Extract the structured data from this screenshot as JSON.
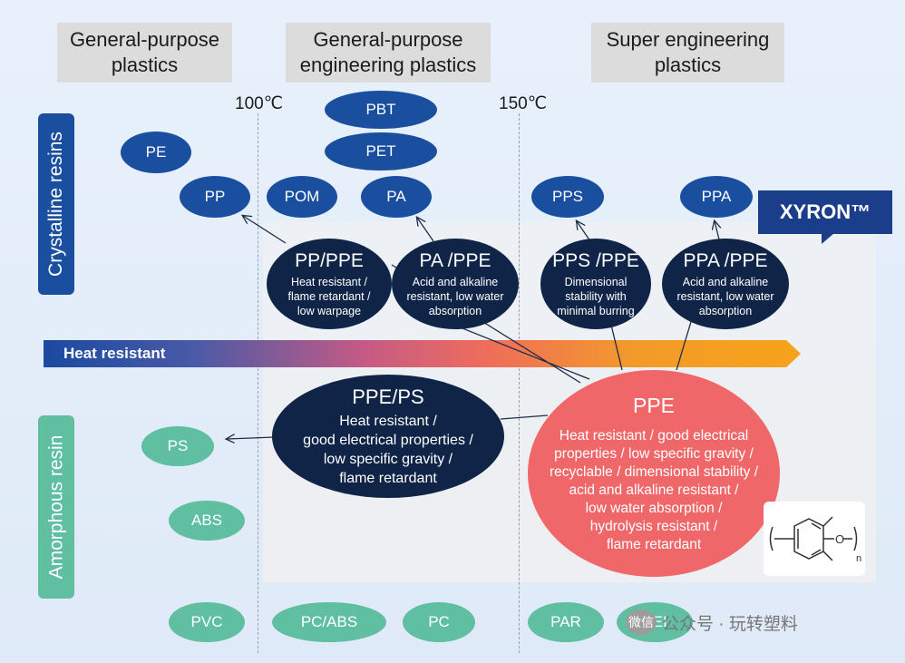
{
  "categories": {
    "general": "General-purpose plastics",
    "engineering": "General-purpose engineering plastics",
    "super": "Super engineering plastics"
  },
  "temps": {
    "t100": "100℃",
    "t150": "150℃"
  },
  "side_labels": {
    "crystalline": "Crystalline resins",
    "amorphous": "Amorphous resin"
  },
  "arrow_label": "Heat resistant",
  "brand": "XYRON™",
  "crystalline": {
    "pbt": "PBT",
    "pet": "PET",
    "pe": "PE",
    "pp": "PP",
    "pom": "POM",
    "pa": "PA",
    "pps": "PPS",
    "ppa": "PPA"
  },
  "amorphous": {
    "ps": "PS",
    "abs": "ABS",
    "pvc": "PVC",
    "pcabs": "PC/ABS",
    "pc": "PC",
    "par": "PAR",
    "pei": "PEI"
  },
  "alloys": {
    "pp_ppe": {
      "title": "PP/PPE",
      "lines": [
        "Heat resistant /",
        "flame retardant /",
        "low warpage"
      ]
    },
    "pa_ppe": {
      "title": "PA /PPE",
      "lines": [
        "Acid and alkaline",
        "resistant, low water",
        "absorption"
      ]
    },
    "pps_ppe": {
      "title": "PPS /PPE",
      "lines": [
        "Dimensional",
        "stability with",
        "minimal burring"
      ]
    },
    "ppa_ppe": {
      "title": "PPA /PPE",
      "lines": [
        "Acid and alkaline",
        "resistant, low water",
        "absorption"
      ]
    },
    "ppe_ps": {
      "title": "PPE/PS",
      "lines": [
        "Heat resistant /",
        "good electrical properties /",
        "low specific gravity /",
        "flame retardant"
      ]
    },
    "ppe": {
      "title": "PPE",
      "lines": [
        "Heat resistant / good electrical",
        "properties / low specific gravity /",
        "recyclable / dimensional stability /",
        "acid and alkaline resistant /",
        "low water absorption /",
        "hydrolysis resistant /",
        "flame retardant"
      ]
    }
  },
  "chem_subscript": "n",
  "chem_atom": "O",
  "watermark": {
    "icon_text": "微信",
    "text": "公众号 · 玩转塑料"
  },
  "colors": {
    "blue": "#1a4fa0",
    "teal": "#5fbfa0",
    "navy": "#0f2447",
    "ppe": "#f0676a",
    "bar_end": "#f7a21a"
  }
}
